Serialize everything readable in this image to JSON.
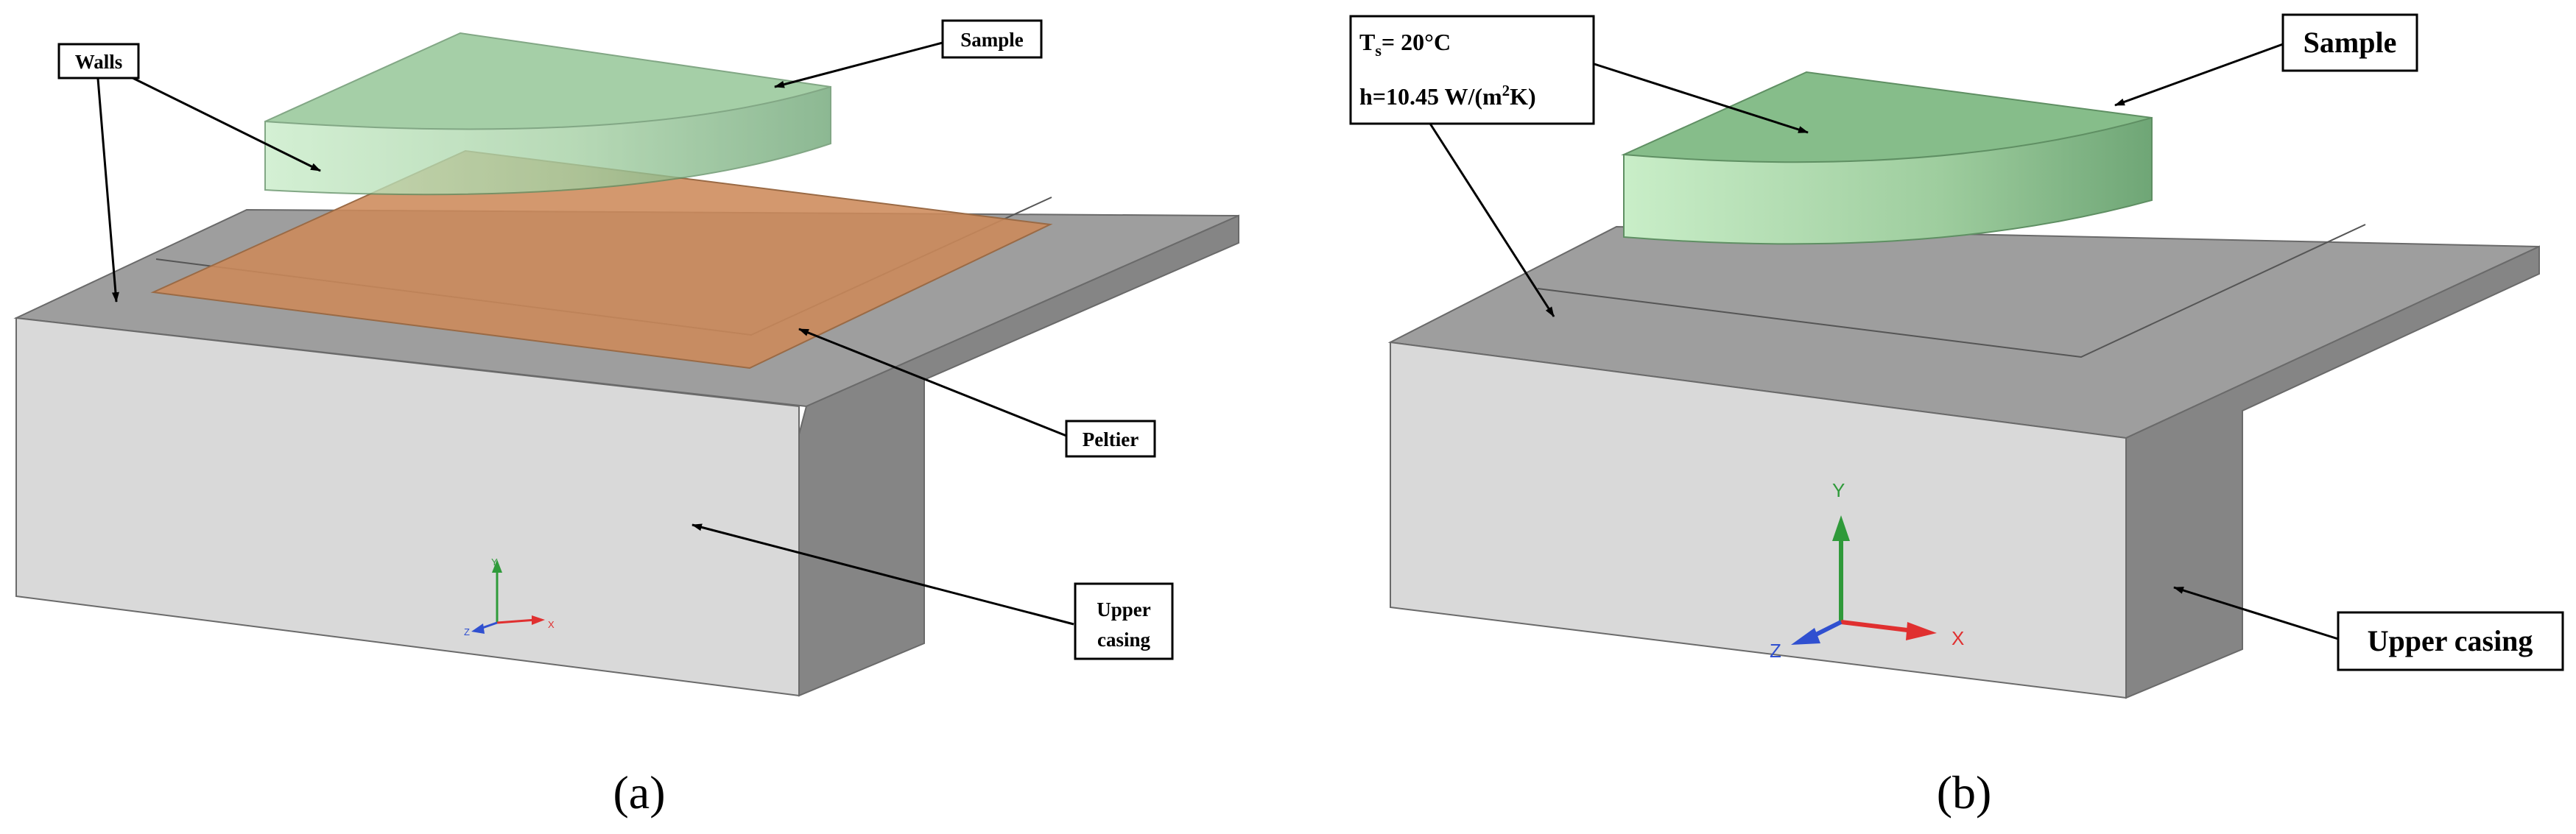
{
  "panels": [
    {
      "caption": "(a)",
      "labels": {
        "walls": "Walls",
        "sample": "Sample",
        "peltier": "Peltier",
        "upper_casing_line1": "Upper",
        "upper_casing_line2": "casing"
      },
      "axes": {
        "x": "X",
        "y": "Y",
        "z": "Z"
      }
    },
    {
      "caption": "(b)",
      "labels": {
        "ts_base": "T",
        "ts_sub": "s",
        "ts_rest": "= 20°C",
        "h_base": "h=10.45 W/(m",
        "h_sup": "2",
        "h_rest": "K)",
        "sample": "Sample",
        "upper_casing": "Upper casing"
      },
      "axes": {
        "x": "X",
        "y": "Y",
        "z": "Z"
      }
    }
  ],
  "colors": {
    "casing_front": "#d8d8d8",
    "casing_top": "#9e9e9e",
    "casing_side": "#868686",
    "sample": "#8fc596",
    "peltier": "#cd8a5a",
    "axis_x": "#e03030",
    "axis_y": "#2f9a3a",
    "axis_z": "#3050d0"
  }
}
